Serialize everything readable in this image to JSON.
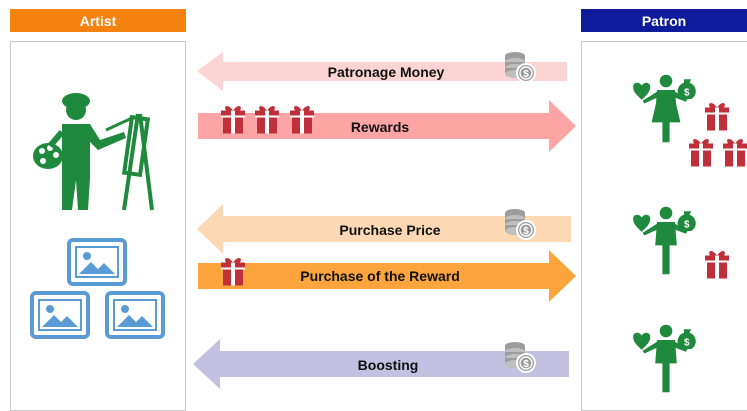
{
  "headers": {
    "artist": "Artist",
    "patron": "Patron"
  },
  "flows": [
    {
      "label": "Patronage Money",
      "direction": "to-artist",
      "color": "#fcd4d4",
      "icon": "coins-icon"
    },
    {
      "label": "Rewards",
      "direction": "to-patron",
      "color": "#fda4a4",
      "icon": "gift-icon"
    },
    {
      "label": "Purchase Price",
      "direction": "to-artist",
      "color": "#fcd9b4",
      "icon": "coins-icon"
    },
    {
      "label": "Purchase of the Reward",
      "direction": "to-patron",
      "color": "#fba53c",
      "icon": "gift-icon"
    },
    {
      "label": "Boosting",
      "direction": "to-artist",
      "color": "#c4c0e2",
      "icon": "coins-icon"
    }
  ],
  "colors": {
    "figure": "#1f8a3d",
    "gift": "#c0303a",
    "frame": "#5b9bd5",
    "artist_header": "#f5820f",
    "patron_header": "#0e1c9c"
  }
}
